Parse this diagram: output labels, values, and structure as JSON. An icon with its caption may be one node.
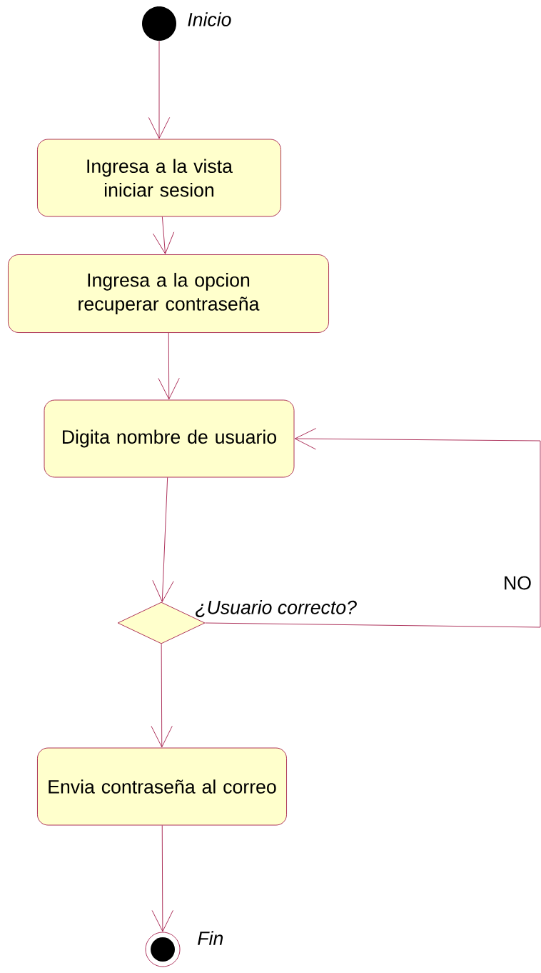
{
  "diagram": {
    "nodes": [
      {
        "text": [],
        "shape": "circle",
        "beside": [
          "Inicio"
        ]
      },
      {
        "text": [
          "Ingresa a la vista iniciar sesion"
        ]
      },
      {
        "text": [
          "Ingresa a la opcion recuperar contraseña"
        ]
      },
      {
        "text": [
          "Digita nombre de usuario"
        ]
      },
      {
        "text": [],
        "shape": "diamond",
        "beside": [
          "¿Usuario correcto?"
        ]
      },
      {
        "text": [
          "Envia contraseña al correo"
        ]
      },
      {
        "text": [],
        "shape": "circle",
        "beside": [
          "Fin"
        ]
      }
    ],
    "edges": [
      {
        "from": 0,
        "to": 1,
        "arrow": "to"
      },
      {
        "from": 1,
        "to": 2,
        "arrow": "to"
      },
      {
        "from": 2,
        "to": 3,
        "arrow": "to"
      },
      {
        "from": 3,
        "to": 4,
        "arrow": "to"
      },
      {
        "from": 4,
        "to": 3,
        "arrow": "to",
        "label": "NO"
      },
      {
        "from": 4,
        "to": 5,
        "arrow": "to"
      },
      {
        "from": 5,
        "to": 6,
        "arrow": "to"
      }
    ]
  }
}
